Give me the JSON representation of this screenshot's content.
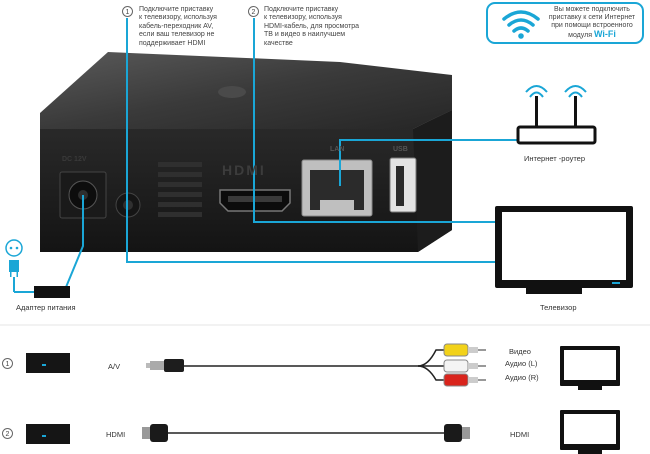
{
  "notes": {
    "note1": {
      "num": "1",
      "lines": [
        "Подключите приставку",
        "к телевизору, используя",
        "кабель-переходник AV,",
        "если ваш телевизор не",
        "поддерживает HDMI"
      ]
    },
    "note2": {
      "num": "2",
      "lines": [
        "Подключите приставку",
        "к телевизору, используя",
        "HDMI-кабель, для просмотра",
        "ТВ и видео в наилучшем",
        "качестве"
      ]
    }
  },
  "wifi_box": {
    "lines": [
      "Вы можете подключить",
      "приставку к сети Интернет",
      "при помощи встроенного"
    ],
    "last_line_prefix": "модуля",
    "highlight": "Wi-Fi"
  },
  "device": {
    "port_dc": "DC 12V",
    "port_hdmi": "HDMI",
    "port_lan": "LAN",
    "port_usb": "USB"
  },
  "labels": {
    "router": "Интернет -роутер",
    "tv": "Телевизор",
    "adapter": "Адаптер питания"
  },
  "rows": {
    "row1": {
      "num": "1",
      "type": "A/V",
      "video": "Видео",
      "audio_l": "Аудио (L)",
      "audio_r": "Аудио (R)"
    },
    "row2": {
      "num": "2",
      "type": "HDMI",
      "tv_label": "HDMI"
    }
  },
  "colors": {
    "accent": "#1aa6d6",
    "device_body": "#2a2a2a",
    "rca_yellow": "#f2d21a",
    "rca_white": "#f4f4f4",
    "rca_red": "#d9241c"
  }
}
